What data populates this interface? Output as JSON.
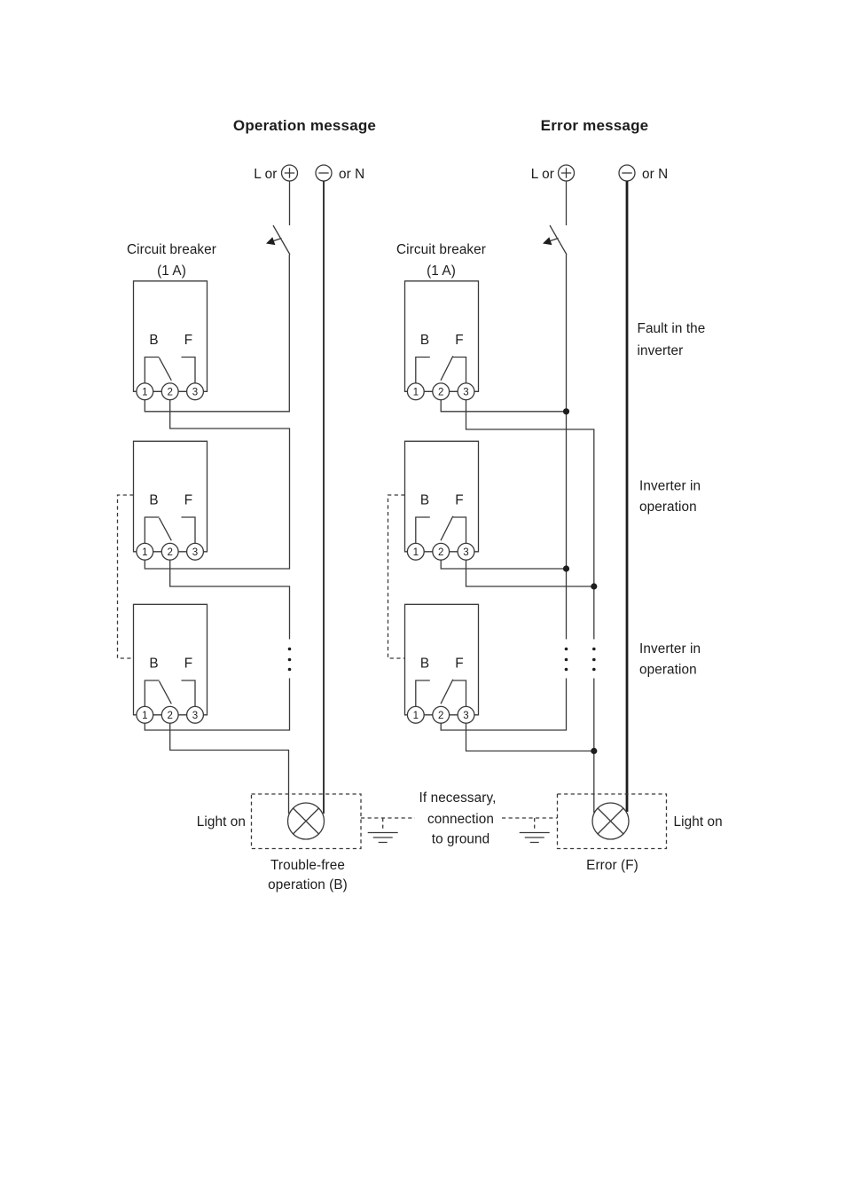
{
  "titles": {
    "operation": "Operation message",
    "error": "Error message"
  },
  "terminals": {
    "l_or": "L or",
    "or_n": "or N"
  },
  "breaker": {
    "line1": "Circuit breaker",
    "line2": "(1 A)"
  },
  "relay": {
    "b": "B",
    "f": "F",
    "t1": "1",
    "t2": "2",
    "t3": "3"
  },
  "side_labels": {
    "fault": [
      "Fault in the",
      "inverter"
    ],
    "op1": [
      "Inverter in",
      "operation"
    ],
    "op2": [
      "Inverter in",
      "operation"
    ]
  },
  "bottom": {
    "light_on_left": "Light on",
    "light_on_right": "Light on",
    "caption_left1": "Trouble-free",
    "caption_left2": "operation (B)",
    "caption_right": "Error (F)",
    "ground_note": [
      "If necessary,",
      "connection",
      "to ground"
    ]
  }
}
